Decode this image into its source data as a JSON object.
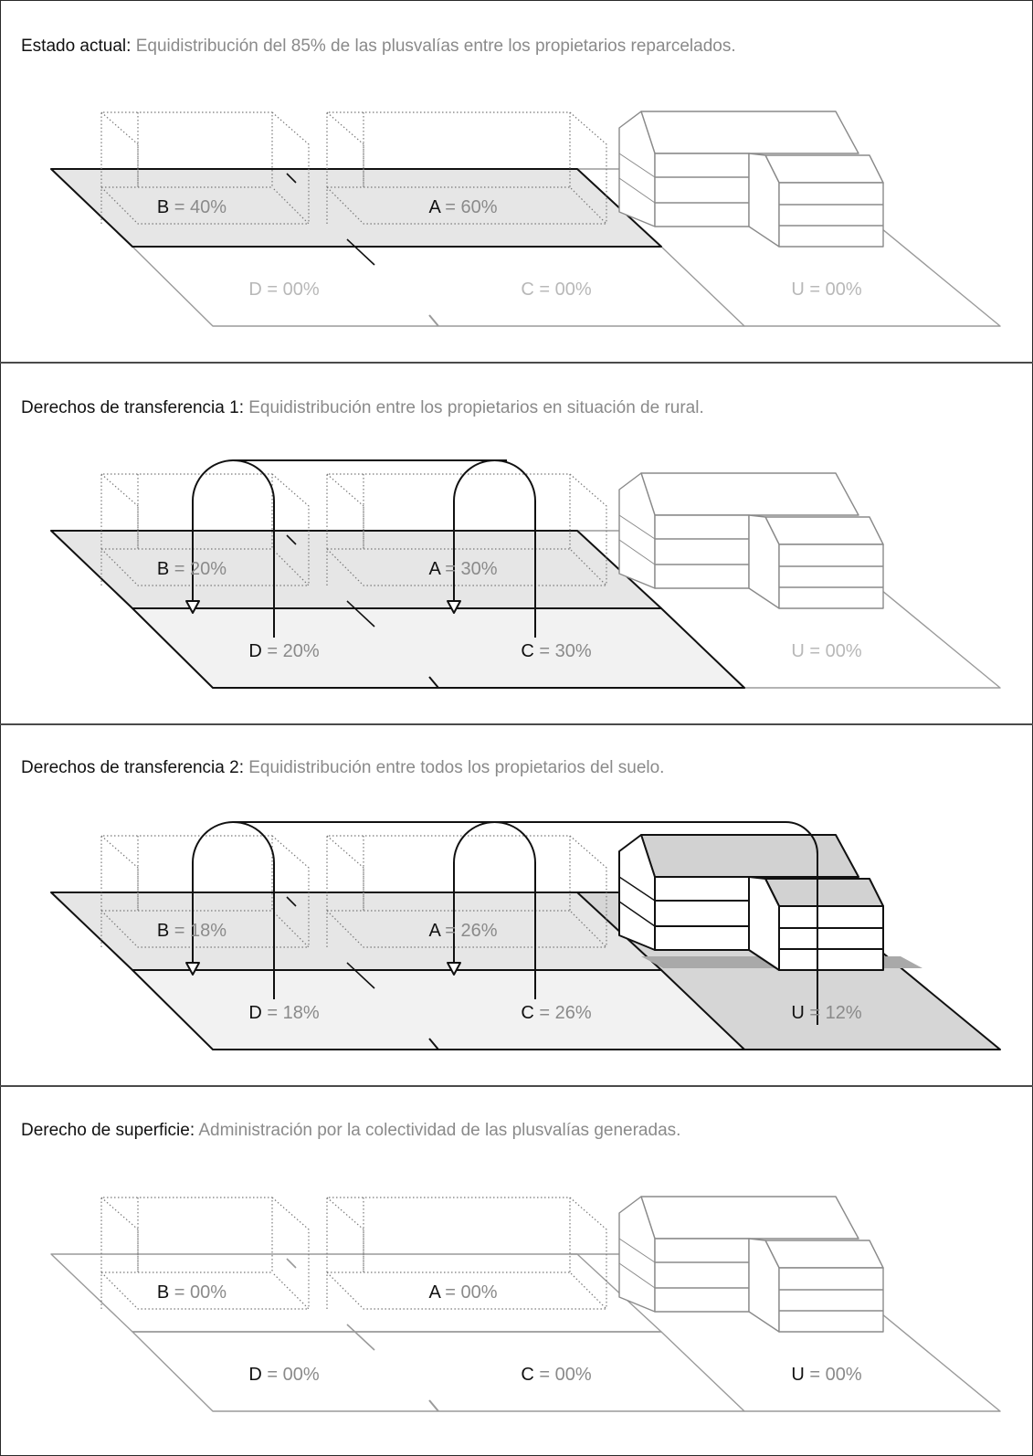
{
  "panels": [
    {
      "heading_bold": "Estado actual:",
      "heading_desc": "Equidistribución del 85% de las plusvalías entre los propietarios reparcelados.",
      "labels": {
        "B": {
          "letter": "B",
          "value": "= 40%",
          "active": true
        },
        "A": {
          "letter": "A",
          "value": "= 60%",
          "active": true
        },
        "D": {
          "letter": "D",
          "value": "= 00%",
          "active": false
        },
        "C": {
          "letter": "C",
          "value": "= 00%",
          "active": false
        },
        "U": {
          "letter": "U",
          "value": "= 00%",
          "active": false
        }
      }
    },
    {
      "heading_bold": "Derechos de transferencia 1:",
      "heading_desc": "Equidistribución entre los propietarios en situación de rural.",
      "labels": {
        "B": {
          "letter": "B",
          "value": "= 20%",
          "active": true
        },
        "A": {
          "letter": "A",
          "value": "= 30%",
          "active": true
        },
        "D": {
          "letter": "D",
          "value": "= 20%",
          "active": true
        },
        "C": {
          "letter": "C",
          "value": "= 30%",
          "active": true
        },
        "U": {
          "letter": "U",
          "value": "= 00%",
          "active": false
        }
      }
    },
    {
      "heading_bold": "Derechos de transferencia 2:",
      "heading_desc": "Equidistribución entre todos los propietarios del suelo.",
      "labels": {
        "B": {
          "letter": "B",
          "value": "= 18%",
          "active": true
        },
        "A": {
          "letter": "A",
          "value": "= 26%",
          "active": true
        },
        "D": {
          "letter": "D",
          "value": "= 18%",
          "active": true
        },
        "C": {
          "letter": "C",
          "value": "= 26%",
          "active": true
        },
        "U": {
          "letter": "U",
          "value": "= 12%",
          "active": true
        }
      }
    },
    {
      "heading_bold": "Derecho de superficie:",
      "heading_desc": "Administración por la colectividad de las plusvalías generadas.",
      "labels": {
        "B": {
          "letter": "B",
          "value": "= 00%",
          "active": true
        },
        "A": {
          "letter": "A",
          "value": "= 00%",
          "active": true
        },
        "D": {
          "letter": "D",
          "value": "= 00%",
          "active": true
        },
        "C": {
          "letter": "C",
          "value": "= 00%",
          "active": true
        },
        "U": {
          "letter": "U",
          "value": "= 00%",
          "active": true
        }
      }
    }
  ],
  "colors": {
    "border": "#2a2a2a",
    "plot_fill": "#e6e6e6",
    "plot_fill_light": "#f2f2f2",
    "line_dark": "#111111",
    "line_light": "#9a9a9a",
    "text_dark": "#111111",
    "text_gray": "#8a8a8a",
    "text_light": "#b8b8b8"
  }
}
